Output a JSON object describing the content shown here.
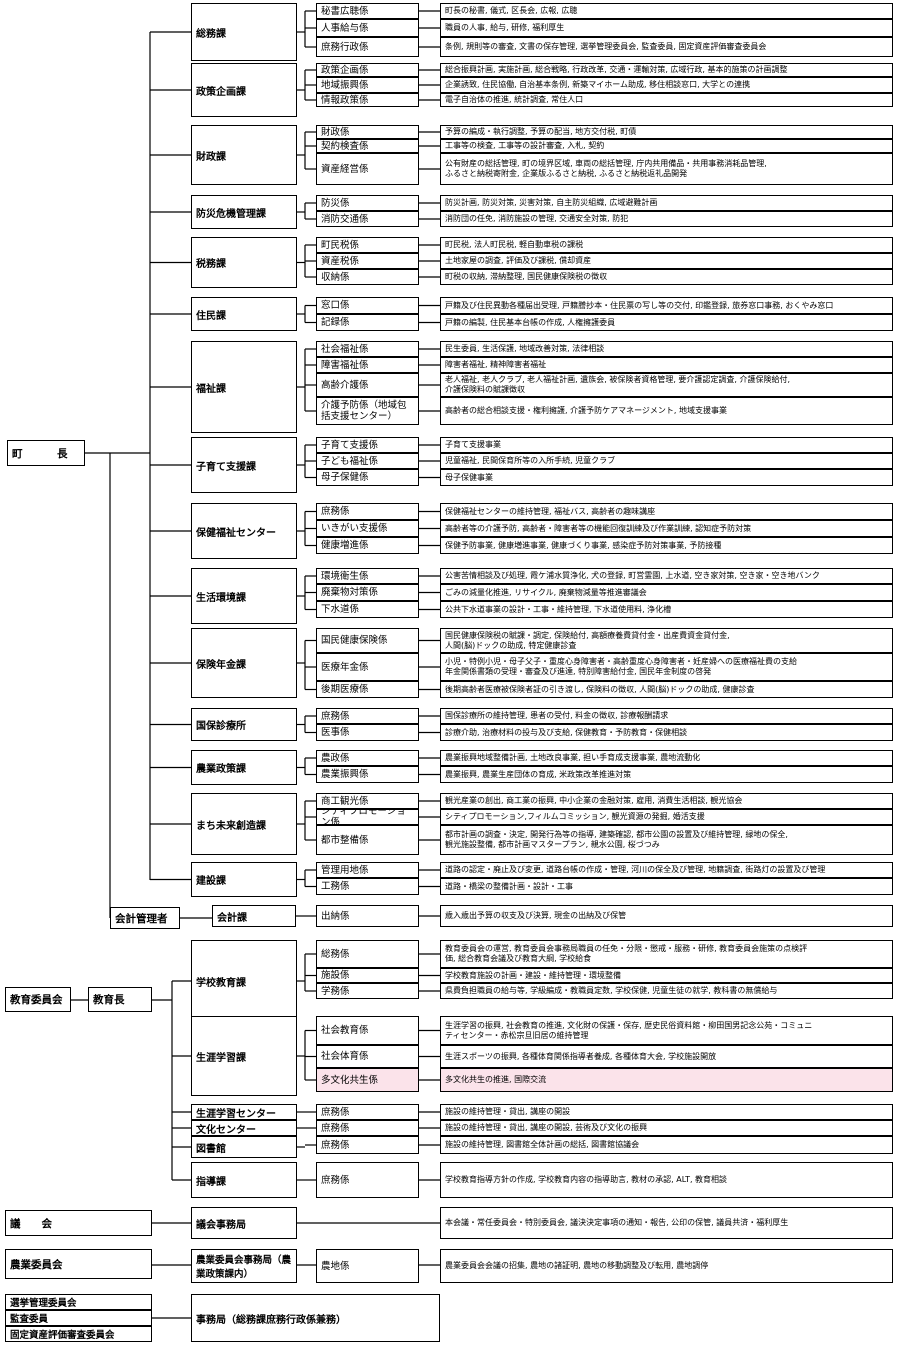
{
  "mayor": {
    "label": "町　長"
  },
  "accounting_manager": {
    "label": "会計管理者"
  },
  "departments": [
    {
      "name": "総務課",
      "sections": [
        {
          "name": "秘書広聴係",
          "desc": "町長の秘書, 儀式, 区長会, 広報, 広聴"
        },
        {
          "name": "人事給与係",
          "desc": "職員の人事, 給与, 研修, 福利厚生"
        },
        {
          "name": "庶務行政係",
          "desc": "条例, 規則等の審査, 文書の保存管理, 選挙管理委員会, 監査委員, 固定資産評価審査委員会"
        }
      ]
    },
    {
      "name": "政策企画課",
      "sections": [
        {
          "name": "政策企画係",
          "desc": "総合振興計画, 実施計画, 総合戦略, 行政改革, 交通・運輸対策, 広域行政, 基本的施策の計画調整"
        },
        {
          "name": "地域振興係",
          "desc": "企業誘致, 住民協働, 自治基本条例, 新築マイホーム助成, 移住相談窓口, 大学との連携"
        },
        {
          "name": "情報政策係",
          "desc": "電子自治体の推進, 統計調査, 常住人口"
        }
      ]
    },
    {
      "name": "財政課",
      "sections": [
        {
          "name": "財政係",
          "desc": "予算の編成・執行調整, 予算の配当, 地方交付税, 町債"
        },
        {
          "name": "契約検査係",
          "desc": "工事等の検査, 工事等の設計審査, 入札, 契約"
        },
        {
          "name": "資産経営係",
          "desc": "公有財産の総括管理, 町の境界区域, 車両の総括管理, 庁内共用備品・共用事務消耗品管理,\nふるさと納税寄附金, 企業版ふるさと納税, ふるさと納税返礼品開発"
        }
      ]
    },
    {
      "name": "防災危機管理課",
      "sections": [
        {
          "name": "防災係",
          "desc": "防災計画, 防災対策, 災害対策, 自主防災組織, 広域避難計画"
        },
        {
          "name": "消防交通係",
          "desc": "消防団の任免, 消防施設の管理, 交通安全対策, 防犯"
        }
      ]
    },
    {
      "name": "税務課",
      "sections": [
        {
          "name": "町民税係",
          "desc": "町民税, 法人町民税, 軽自動車税の課税"
        },
        {
          "name": "資産税係",
          "desc": "土地家屋の調査, 評価及び課税, 償却資産"
        },
        {
          "name": "収納係",
          "desc": "町税の収納, 滞納整理, 国民健康保険税の徴収"
        }
      ]
    },
    {
      "name": "住民課",
      "sections": [
        {
          "name": "窓口係",
          "desc": "戸籍及び住民異動各種届出受理, 戸籍謄抄本・住民票の写し等の交付, 印鑑登録, 旅券窓口事務, おくやみ窓口"
        },
        {
          "name": "記録係",
          "desc": "戸籍の編製, 住民基本台帳の作成, 人権擁護委員"
        }
      ]
    },
    {
      "name": "福祉課",
      "sections": [
        {
          "name": "社会福祉係",
          "desc": "民生委員, 生活保護, 地域改善対策, 法律相談"
        },
        {
          "name": "障害福祉係",
          "desc": "障害者福祉, 精神障害者福祉"
        },
        {
          "name": "高齢介護係",
          "desc": "老人福祉, 老人クラブ, 老人福祉計画, 遺族会, 被保険者資格管理, 要介護認定調査, 介護保険給付,\n介護保険料の賦課徴収"
        },
        {
          "name": "介護予防係（地域包括支援センター）",
          "desc": "高齢者の総合相談支援・権利擁護, 介護予防ケアマネージメント, 地域支援事業"
        }
      ]
    },
    {
      "name": "子育て支援課",
      "sections": [
        {
          "name": "子育て支援係",
          "desc": "子育て支援事業"
        },
        {
          "name": "子ども福祉係",
          "desc": "児童福祉, 民間保育所等の入所手続, 児童クラブ"
        },
        {
          "name": "母子保健係",
          "desc": "母子保健事業"
        }
      ]
    },
    {
      "name": "保健福祉センター",
      "sections": [
        {
          "name": "庶務係",
          "desc": "保健福祉センターの維持管理, 福祉バス, 高齢者の趣味講座"
        },
        {
          "name": "いきがい支援係",
          "desc": "高齢者等の介護予防, 高齢者・障害者等の機能回復訓練及び作業訓練, 認知症予防対策"
        },
        {
          "name": "健康増進係",
          "desc": "保健予防事業, 健康増進事業, 健康づくり事業, 感染症予防対策事業, 予防接種"
        }
      ]
    },
    {
      "name": "生活環境課",
      "sections": [
        {
          "name": "環境衛生係",
          "desc": "公害苦情相談及び処理, 霞ケ浦水質浄化, 犬の登録, 町営霊園, 上水道, 空き家対策, 空き家・空き地バンク"
        },
        {
          "name": "廃棄物対策係",
          "desc": "ごみの減量化推進, リサイクル, 廃棄物減量等推進審議会"
        },
        {
          "name": "下水道係",
          "desc": "公共下水道事業の設計・工事・維持管理, 下水道使用料, 浄化槽"
        }
      ]
    },
    {
      "name": "保険年金課",
      "sections": [
        {
          "name": "国民健康保険係",
          "desc": "国民健康保険税の賦課・調定, 保険給付, 高額療養費貸付金・出産費資金貸付金,\n人間(脳)ドックの助成, 特定健康診査"
        },
        {
          "name": "医療年金係",
          "desc": "小児・特例小児・母子父子・重度心身障害者・高齢重度心身障害者・妊産婦への医療福祉費の支給\n年金関係書類の受理・審査及び進達, 特別障害給付金, 国民年金制度の啓発"
        },
        {
          "name": "後期医療係",
          "desc": "後期高齢者医療被保険者証の引き渡し, 保険料の徴収, 人間(脳)ドックの助成, 健康診査"
        }
      ]
    },
    {
      "name": "国保診療所",
      "sections": [
        {
          "name": "庶務係",
          "desc": "国保診療所の維持管理, 患者の受付, 料金の徴収, 診療報酬請求"
        },
        {
          "name": "医事係",
          "desc": "診療介助, 治療材料の投与及び支給, 保健教育・予防教育・保健相談"
        }
      ]
    },
    {
      "name": "農業政策課",
      "sections": [
        {
          "name": "農政係",
          "desc": "農業振興地域整備計画, 土地改良事業, 担い手育成支援事業, 農地流動化"
        },
        {
          "name": "農業振興係",
          "desc": "農業振興, 農業生産団体の育成, 米政策改革推進対策"
        }
      ]
    },
    {
      "name": "まち未来創造課",
      "sections": [
        {
          "name": "商工観光係",
          "desc": "観光産業の創出, 商工業の振興, 中小企業の金融対策, 雇用, 消費生活相談, 観光協会"
        },
        {
          "name": "シティプロモーション係",
          "desc": "シティプロモーション,フィルムコミッション, 観光資源の発掘, 婚活支援"
        },
        {
          "name": "都市整備係",
          "desc": "都市計画の調査・決定, 開発行為等の指導, 建築確認, 都市公園の設置及び維持管理, 緑地の保全,\n観光施設整備, 都市計画マスタープラン, 親水公園, 桜づつみ"
        }
      ]
    },
    {
      "name": "建設課",
      "sections": [
        {
          "name": "管理用地係",
          "desc": "道路の認定・廃止及び変更, 道路台帳の作成・管理, 河川の保全及び管理, 地籍調査, 街路灯の設置及び管理"
        },
        {
          "name": "工務係",
          "desc": "道路・橋梁の整備計画・設計・工事"
        }
      ]
    },
    {
      "name": "会計課",
      "sections": [
        {
          "name": "出納係",
          "desc": "歳入歳出予算の収支及び決算, 現金の出納及び保管"
        }
      ]
    }
  ],
  "education": {
    "board": "教育委員会",
    "superintendent": "教育長",
    "departments": [
      {
        "name": "学校教育課",
        "sections": [
          {
            "name": "総務係",
            "desc": "教育委員会の運営, 教育委員会事務局職員の任免・分限・懲戒・服務・研修, 教育委員会施策の点検評\n価, 総合教育会議及び教育大綱, 学校給食"
          },
          {
            "name": "施設係",
            "desc": "学校教育施設の計画・建設・維持管理・環境整備"
          },
          {
            "name": "学務係",
            "desc": "県費負担職員の給与等, 学級編成・教職員定数, 学校保健, 児童生徒の就学, 教科書の無償給与"
          }
        ]
      },
      {
        "name": "生涯学習課",
        "sections": [
          {
            "name": "社会教育係",
            "desc": "生涯学習の振興, 社会教育の推進, 文化財の保護・保存, 歴史民俗資料館・柳田国男記念公苑・コミュニ\nティセンター・赤松宗旦旧居の維持管理"
          },
          {
            "name": "社会体育係",
            "desc": "生涯スポーツの振興, 各種体育関係指導者養成, 各種体育大会, 学校施設開放"
          },
          {
            "name": "多文化共生係",
            "desc": "多文化共生の推進, 国際交流"
          }
        ]
      },
      {
        "name": "生涯学習センター",
        "sections": [
          {
            "name": "庶務係",
            "desc": "施設の維持管理・貸出, 講座の開設"
          }
        ]
      },
      {
        "name": "文化センター",
        "sections": [
          {
            "name": "庶務係",
            "desc": "施設の維持管理・貸出, 講座の開設, 芸術及び文化の振興"
          }
        ]
      },
      {
        "name": "図書館",
        "sections": [
          {
            "name": "庶務係",
            "desc": "施設の維持管理, 図書館全体計画の総括, 図書館協議会"
          }
        ]
      },
      {
        "name": "指導課",
        "sections": [
          {
            "name": "庶務係",
            "desc": "学校教育指導方針の作成, 学校教育内容の指導助言, 教材の承認, ALT, 教育相談"
          }
        ]
      }
    ]
  },
  "assembly": {
    "label": "議　　会",
    "office": "議会事務局",
    "desc": "本会議・常任委員会・特別委員会, 議決決定事項の通知・報告, 公印の保管, 議員共済・福利厚生"
  },
  "agriculture_committee": {
    "label": "農業委員会",
    "office": "農業委員会事務局（農業政策課内）",
    "section": "農地係",
    "desc": "農業委員会会議の招集, 農地の諸証明, 農地の移動調整及び転用, 農地調停"
  },
  "other_committees": {
    "labels": [
      "選挙管理委員会",
      "監査委員",
      "固定資産評価審査委員会"
    ],
    "office": "事務局（総務課庶務行政係兼務）"
  }
}
